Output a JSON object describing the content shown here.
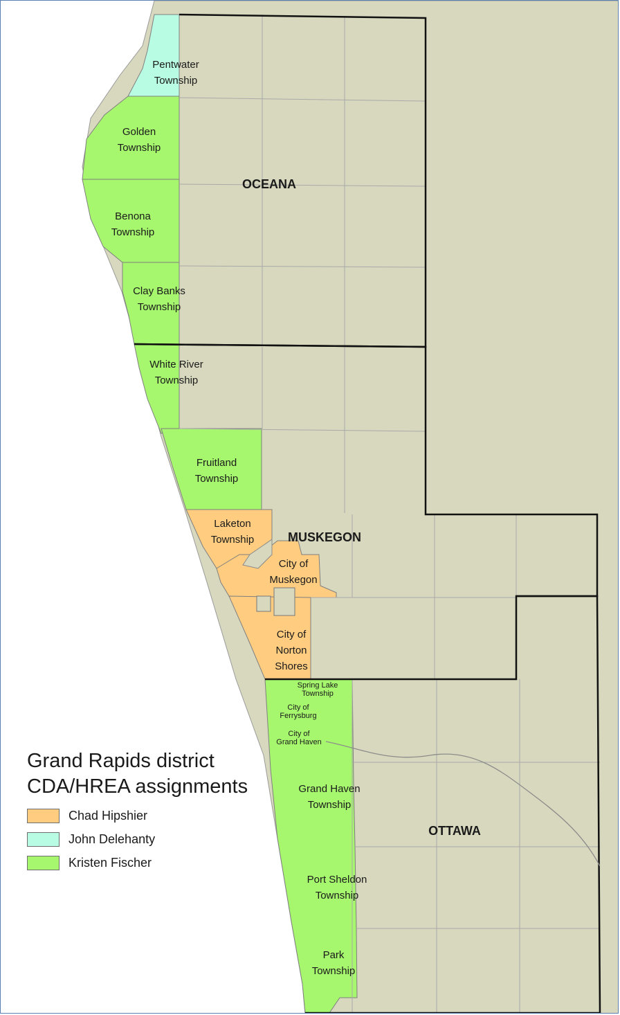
{
  "counties": [
    {
      "key": "oceana",
      "name": "OCEANA"
    },
    {
      "key": "muskegon",
      "name": "MUSKEGON"
    },
    {
      "key": "ottawa",
      "name": "OTTAWA"
    }
  ],
  "regions": [
    {
      "key": "pentwater",
      "lines": [
        "Pentwater",
        "Township"
      ],
      "assignee": "John Delehanty"
    },
    {
      "key": "golden",
      "lines": [
        "Golden",
        "Township"
      ],
      "assignee": "Kristen Fischer"
    },
    {
      "key": "benona",
      "lines": [
        "Benona",
        "Township"
      ],
      "assignee": "Kristen Fischer"
    },
    {
      "key": "claybanks",
      "lines": [
        "Clay Banks",
        "Township"
      ],
      "assignee": "Kristen Fischer"
    },
    {
      "key": "whiteriver",
      "lines": [
        "White River",
        "Township"
      ],
      "assignee": "Kristen Fischer"
    },
    {
      "key": "fruitland",
      "lines": [
        "Fruitland",
        "Township"
      ],
      "assignee": "Kristen Fischer"
    },
    {
      "key": "laketon",
      "lines": [
        "Laketon",
        "Township"
      ],
      "assignee": "Chad Hipshier"
    },
    {
      "key": "muskegoncity",
      "lines": [
        "City of",
        "Muskegon"
      ],
      "assignee": "Chad Hipshier"
    },
    {
      "key": "nortonshores",
      "lines": [
        "City of",
        "Norton",
        "Shores"
      ],
      "assignee": "Chad Hipshier"
    },
    {
      "key": "springlake",
      "lines": [
        "Spring Lake",
        "Township"
      ],
      "assignee": "Kristen Fischer"
    },
    {
      "key": "ferrysburg",
      "lines": [
        "City of",
        "Ferrysburg"
      ],
      "assignee": "Kristen Fischer"
    },
    {
      "key": "grandhavencity",
      "lines": [
        "City of",
        "Grand Haven"
      ],
      "assignee": "Kristen Fischer"
    },
    {
      "key": "grandhaventwp",
      "lines": [
        "Grand Haven",
        "Township"
      ],
      "assignee": "Kristen Fischer"
    },
    {
      "key": "portsheldon",
      "lines": [
        "Port Sheldon",
        "Township"
      ],
      "assignee": "Kristen Fischer"
    },
    {
      "key": "park",
      "lines": [
        "Park",
        "Township"
      ],
      "assignee": "Kristen Fischer"
    }
  ],
  "legend": {
    "title_line1": "Grand Rapids district",
    "title_line2": "CDA/HREA assignments",
    "items": [
      {
        "label": "Chad Hipshier",
        "color": "#ffcc80"
      },
      {
        "label": "John Delehanty",
        "color": "#b9fce4"
      },
      {
        "label": "Kristen Fischer",
        "color": "#a6f76e"
      }
    ]
  },
  "colors": {
    "land": "#d8d8be",
    "water": "#ffffff",
    "county_border": "#111111",
    "township_line": "#a9a9a9"
  }
}
